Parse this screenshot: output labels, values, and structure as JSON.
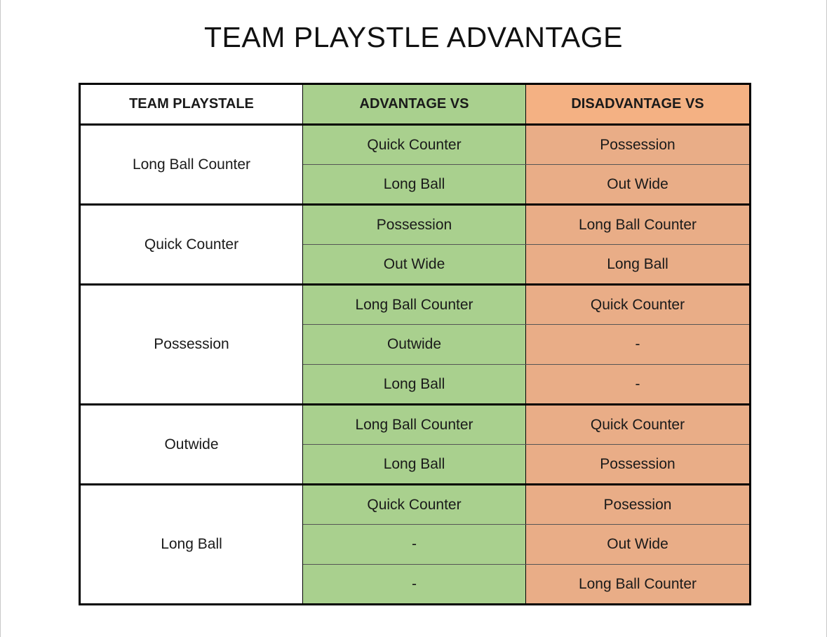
{
  "title": "TEAM PLAYSTLE ADVANTAGE",
  "colors": {
    "advantage": "#a9d08e",
    "disadvantage": "#e9ad87",
    "header_disadvantage": "#f4b183",
    "border": "#000000"
  },
  "table": {
    "headers": [
      "TEAM PLAYSTALE",
      "ADVANTAGE VS",
      "DISADVANTAGE VS"
    ],
    "groups": [
      {
        "team": "Long Ball Counter",
        "rows": [
          {
            "advantage": "Quick Counter",
            "disadvantage": "Possession"
          },
          {
            "advantage": "Long Ball",
            "disadvantage": "Out Wide"
          }
        ]
      },
      {
        "team": "Quick Counter",
        "rows": [
          {
            "advantage": "Possession",
            "disadvantage": "Long Ball Counter"
          },
          {
            "advantage": "Out Wide",
            "disadvantage": "Long Ball"
          }
        ]
      },
      {
        "team": "Possession",
        "rows": [
          {
            "advantage": "Long Ball Counter",
            "disadvantage": "Quick Counter"
          },
          {
            "advantage": "Outwide",
            "disadvantage": "-"
          },
          {
            "advantage": "Long Ball",
            "disadvantage": "-"
          }
        ]
      },
      {
        "team": "Outwide",
        "rows": [
          {
            "advantage": "Long Ball Counter",
            "disadvantage": "Quick Counter"
          },
          {
            "advantage": "Long Ball",
            "disadvantage": "Possession"
          }
        ]
      },
      {
        "team": "Long Ball",
        "rows": [
          {
            "advantage": "Quick Counter",
            "disadvantage": "Posession"
          },
          {
            "advantage": "-",
            "disadvantage": "Out Wide"
          },
          {
            "advantage": "-",
            "disadvantage": "Long Ball Counter"
          }
        ]
      }
    ]
  }
}
